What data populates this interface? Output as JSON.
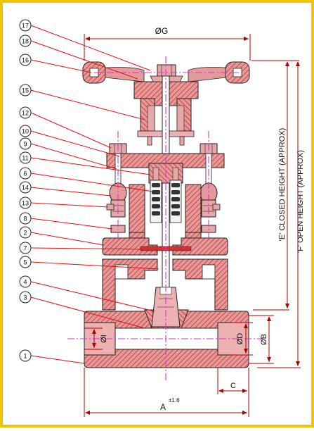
{
  "balloons": [
    "17",
    "18",
    "16",
    "15",
    "12",
    "10",
    "9",
    "11",
    "6",
    "14",
    "13",
    "8",
    "2",
    "7",
    "5",
    "4",
    "3",
    "1"
  ],
  "dimensions": {
    "handwheel_diameter": "ØG",
    "closed_height": "'E' CLOSED HEIGHT (APPROX)",
    "open_height": "'F' OPEN HEIGHT (APPROX)",
    "bore_diameter": "ØI",
    "socket_diameter": "ØD",
    "outer_diameter": "ØB",
    "socket_depth": "C",
    "overall_length": "A",
    "length_tolerance": "±1.6"
  },
  "colors": {
    "border": "#f2c400",
    "section": "#d98b8b",
    "hatch": "#cc2222",
    "dim_line": "#b00000",
    "centerline": "#d633d6",
    "leader": "#e01010",
    "packing": "#333333"
  }
}
